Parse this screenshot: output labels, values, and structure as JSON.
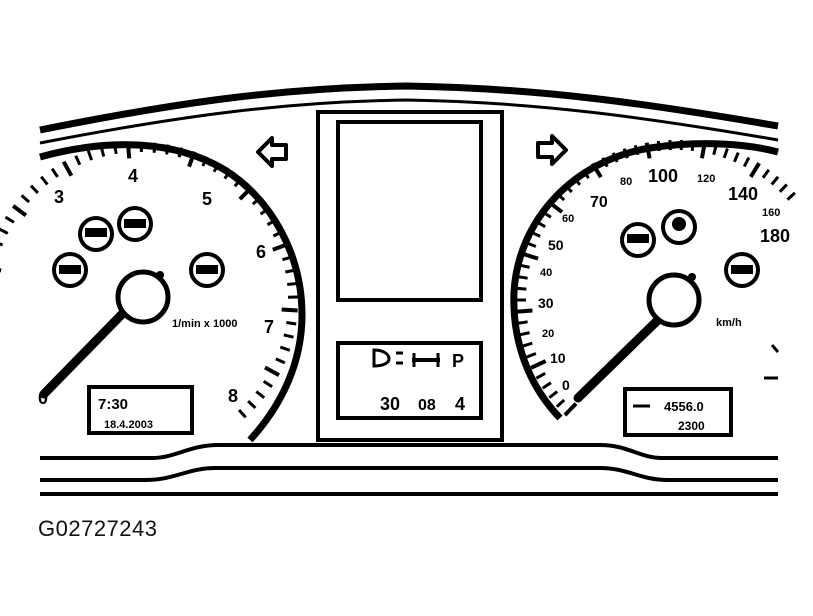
{
  "figure_id": "G02727243",
  "tachometer": {
    "scale_labels": [
      "3",
      "4",
      "5",
      "6",
      "7",
      "8",
      "0"
    ],
    "unit_label": "1/min x 1000",
    "display": {
      "line1": "7:30",
      "line2": "18.4.2003"
    }
  },
  "speedometer": {
    "scale_labels": [
      "0",
      "10",
      "20",
      "30",
      "40",
      "50",
      "60",
      "70",
      "80",
      "100",
      "120",
      "140",
      "160",
      "180"
    ],
    "unit_label": "km/h",
    "display": {
      "line1": "4556.0",
      "line2": "2300"
    }
  },
  "center_display": {
    "lower_panel": {
      "top_right": "P",
      "bottom_left": "30",
      "bottom_mid": "08",
      "bottom_right": "4"
    }
  },
  "icons": [
    "left-turn-signal-arrow-icon",
    "right-turn-signal-arrow-icon",
    "warning-lamp-icon",
    "low-beam-headlight-icon",
    "high-beam-icon",
    "seat-belt-icon",
    "needle-hub-icon",
    "lcd-display-icon"
  ],
  "colors": {
    "ink": "#000000",
    "paper": "#ffffff"
  }
}
